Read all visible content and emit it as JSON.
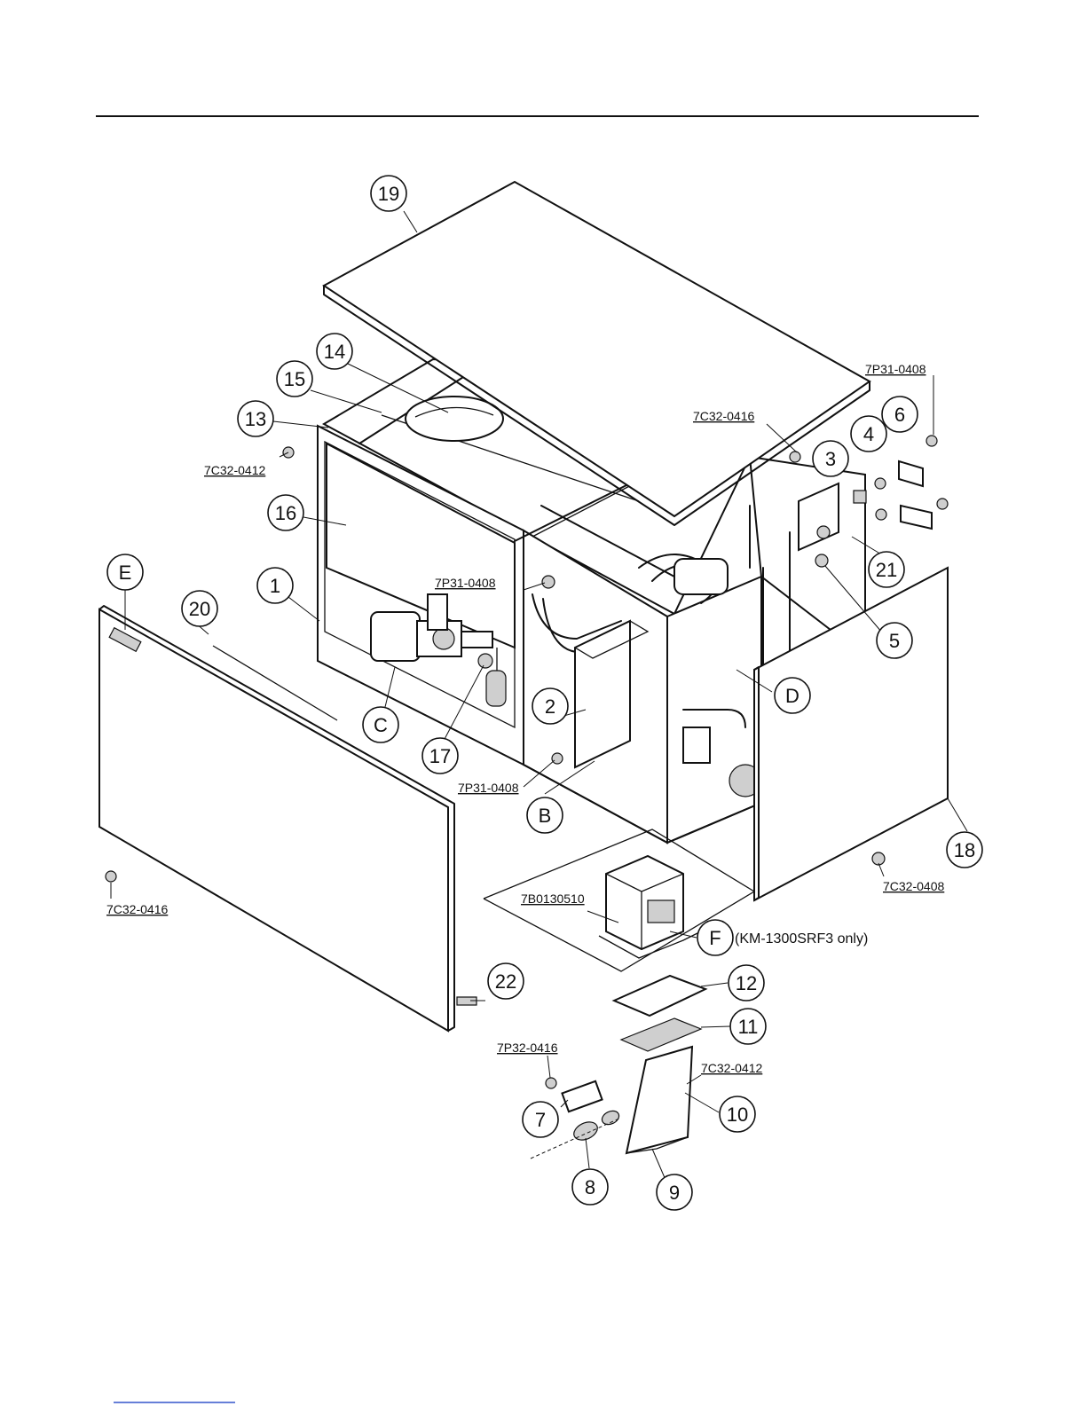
{
  "callouts": {
    "c1": "1",
    "c2": "2",
    "c3": "3",
    "c4": "4",
    "c5": "5",
    "c6": "6",
    "c7": "7",
    "c8": "8",
    "c9": "9",
    "c10": "10",
    "c11": "11",
    "c12": "12",
    "c13": "13",
    "c14": "14",
    "c15": "15",
    "c16": "16",
    "c17": "17",
    "c18": "18",
    "c19": "19",
    "c20": "20",
    "c21": "21",
    "c22": "22",
    "cB": "B",
    "cC": "C",
    "cD": "D",
    "cE": "E",
    "cF": "F"
  },
  "codes": {
    "p1": "7P31-0408",
    "p2": "7C32-0416",
    "p3": "7C32-0412",
    "p4": "7P31-0408",
    "p5": "7P31-0408",
    "p6": "7C32-0408",
    "p7": "7C32-0416",
    "p8": "7B0130510",
    "p9": "7P32-0416",
    "p10": "7C32-0412"
  },
  "notes": {
    "f_note": "(KM-1300SRF3 only)"
  }
}
